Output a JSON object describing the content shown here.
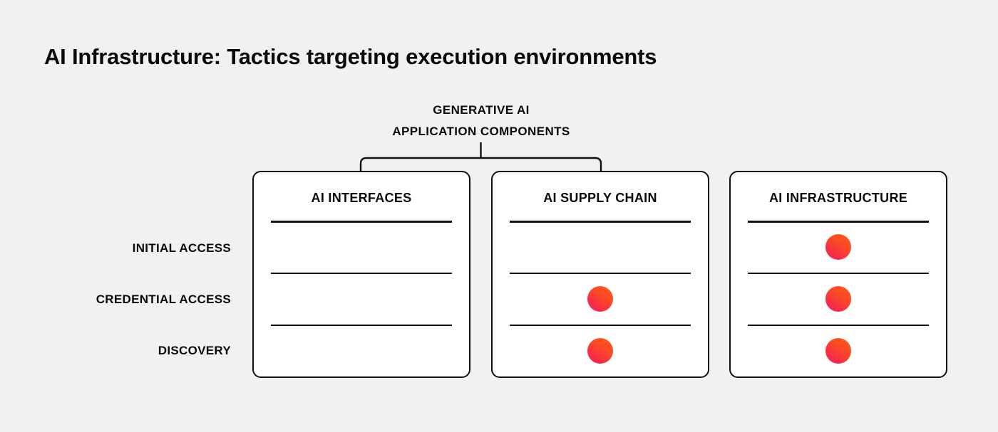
{
  "page": {
    "title": "AI Infrastructure: Tactics targeting execution environments",
    "background_color": "#f1f1f1",
    "accent_color": "#fb3a35",
    "ink_color": "#0a0a0a"
  },
  "group_header": {
    "line1": "GENERATIVE AI",
    "line2": "APPLICATION COMPONENTS",
    "spans_columns": [
      "AI INTERFACES",
      "AI SUPPLY CHAIN"
    ]
  },
  "matrix": {
    "row_labels": [
      "INITIAL ACCESS",
      "CREDENTIAL ACCESS",
      "DISCOVERY"
    ],
    "columns": [
      {
        "title": "AI INTERFACES",
        "cells": [
          false,
          false,
          false
        ]
      },
      {
        "title": "AI SUPPLY CHAIN",
        "cells": [
          false,
          true,
          true
        ]
      },
      {
        "title": "AI INFRASTRUCTURE",
        "cells": [
          true,
          true,
          true
        ]
      }
    ]
  },
  "chart_data": {
    "type": "heatmap",
    "title": "AI Infrastructure: Tactics targeting execution environments",
    "xlabel": "",
    "ylabel": "",
    "categories": [
      "AI INTERFACES",
      "AI SUPPLY CHAIN",
      "AI INFRASTRUCTURE"
    ],
    "rows": [
      "INITIAL ACCESS",
      "CREDENTIAL ACCESS",
      "DISCOVERY"
    ],
    "values": [
      [
        0,
        0,
        1
      ],
      [
        0,
        1,
        1
      ],
      [
        0,
        1,
        1
      ]
    ],
    "value_legend": {
      "1": "tactic present (red dot)",
      "0": "tactic absent (blank)"
    },
    "annotations": [
      "GENERATIVE AI APPLICATION COMPONENTS spans AI INTERFACES and AI SUPPLY CHAIN"
    ],
    "grid": true,
    "legend": "none"
  }
}
